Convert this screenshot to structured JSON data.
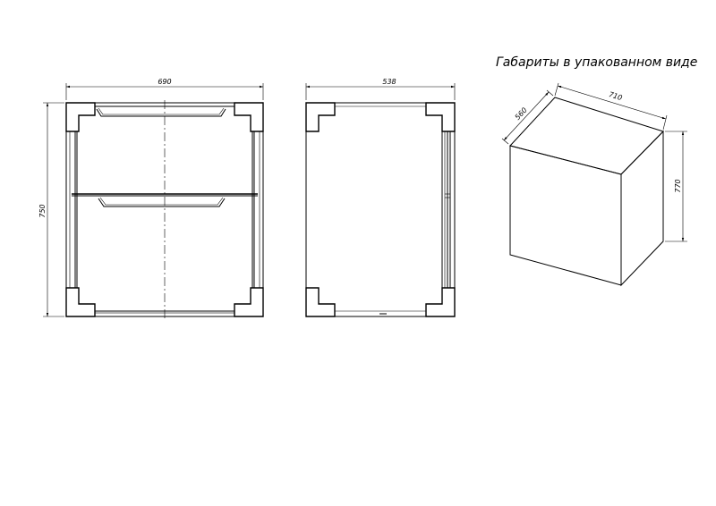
{
  "title": "Габариты в упакованном виде",
  "front_view": {
    "width_label": "690",
    "height_label": "750"
  },
  "side_view": {
    "depth_label": "538"
  },
  "package": {
    "width_label": "710",
    "depth_label": "560",
    "height_label": "770"
  }
}
